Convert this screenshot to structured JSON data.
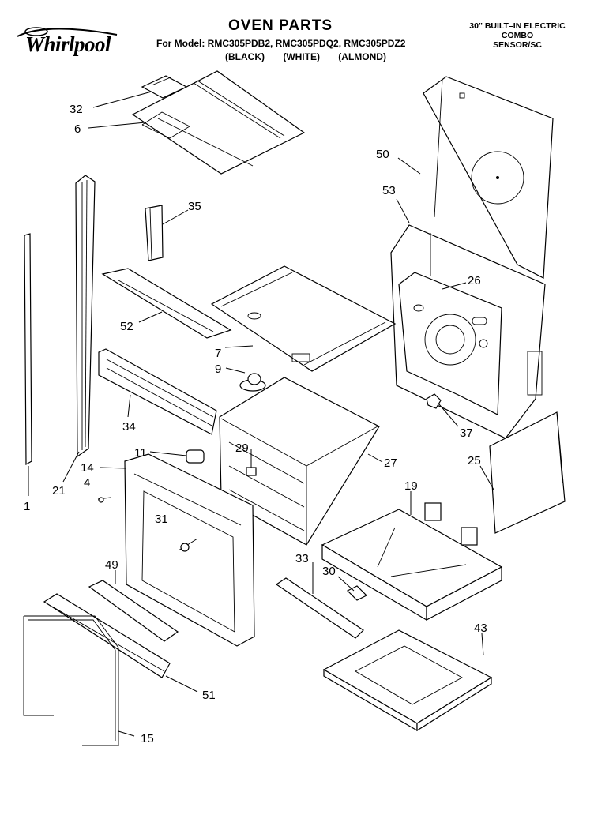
{
  "header": {
    "title": "OVEN PARTS",
    "model_line": "For Model: RMC305PDB2, RMC305PDQ2, RMC305PDZ2",
    "colors_line": "(BLACK) (WHITE) (ALMOND)",
    "spec_lines": [
      "30\" BUILT–IN ELECTRIC",
      "COMBO",
      "SENSOR/SC"
    ]
  },
  "brand": {
    "name": "Whirlpool",
    "icon": "whirlpool-logo-icon"
  },
  "callouts": [
    "32",
    "6",
    "50",
    "53",
    "35",
    "26",
    "52",
    "7",
    "9",
    "34",
    "37",
    "11",
    "29",
    "27",
    "14",
    "25",
    "4",
    "19",
    "21",
    "1",
    "31",
    "33",
    "30",
    "49",
    "43",
    "51",
    "15"
  ]
}
